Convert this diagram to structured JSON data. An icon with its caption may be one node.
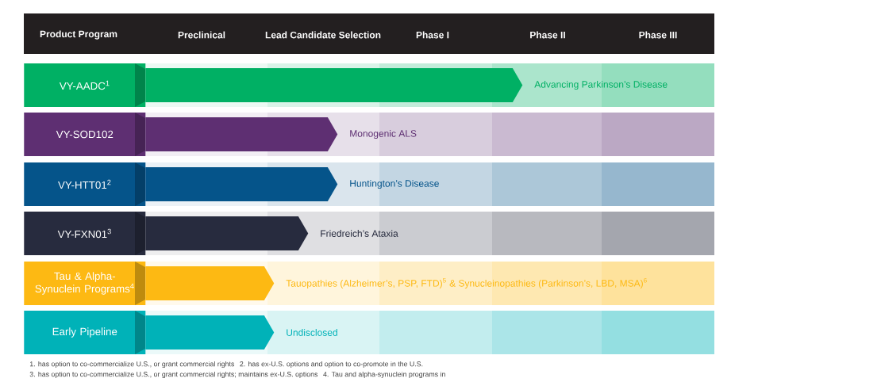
{
  "diagram": {
    "nodes": [
      {
        "text": [
          "VY-AADC$^{1}$"
        ]
      },
      {
        "text": [],
        "shape": "bar",
        "beside": [
          "Advancing Parkinson’s Disease"
        ]
      },
      {
        "text": [
          "VY-SOD102"
        ]
      },
      {
        "text": [],
        "shape": "bar",
        "beside": [
          "Monogenic ALS"
        ]
      },
      {
        "text": [
          "VY-HTT01$^{2}$"
        ]
      },
      {
        "text": [],
        "shape": "bar",
        "beside": [
          "Huntington’s Disease"
        ]
      },
      {
        "text": [
          "VY-FXN01$^{3}$"
        ]
      },
      {
        "text": [],
        "shape": "bar",
        "beside": [
          "Friedreich’s Ataxia"
        ]
      },
      {
        "text": [
          "Tau & Alpha-Synuclein Programs$^{4}$"
        ]
      },
      {
        "text": [],
        "shape": "bar",
        "beside": [
          "Tauopathies (Alzheimer’s, PSP, FTD)$^{5}$ & Synucleinopathies (Parkinson’s, LBD, MSA)$^{6}$"
        ]
      },
      {
        "text": [
          "Early Pipeline"
        ]
      },
      {
        "text": [],
        "shape": "bar",
        "beside": [
          "Undisclosed"
        ]
      }
    ],
    "labels": [
      "Product Program",
      "Preclinical",
      "Lead Candidate Selection",
      "Phase I",
      "Phase II",
      "Phase III",
      "1. has option to co-commercialize U.S., or grant commercial rights",
      "2. has ex-U.S. options and option to co-promote in the U.S.",
      "3. has option to co-commercialize U.S., or grant commercial rights; maintains ex-U.S. options",
      "4. Tau and alpha-synuclein programs in"
    ]
  }
}
